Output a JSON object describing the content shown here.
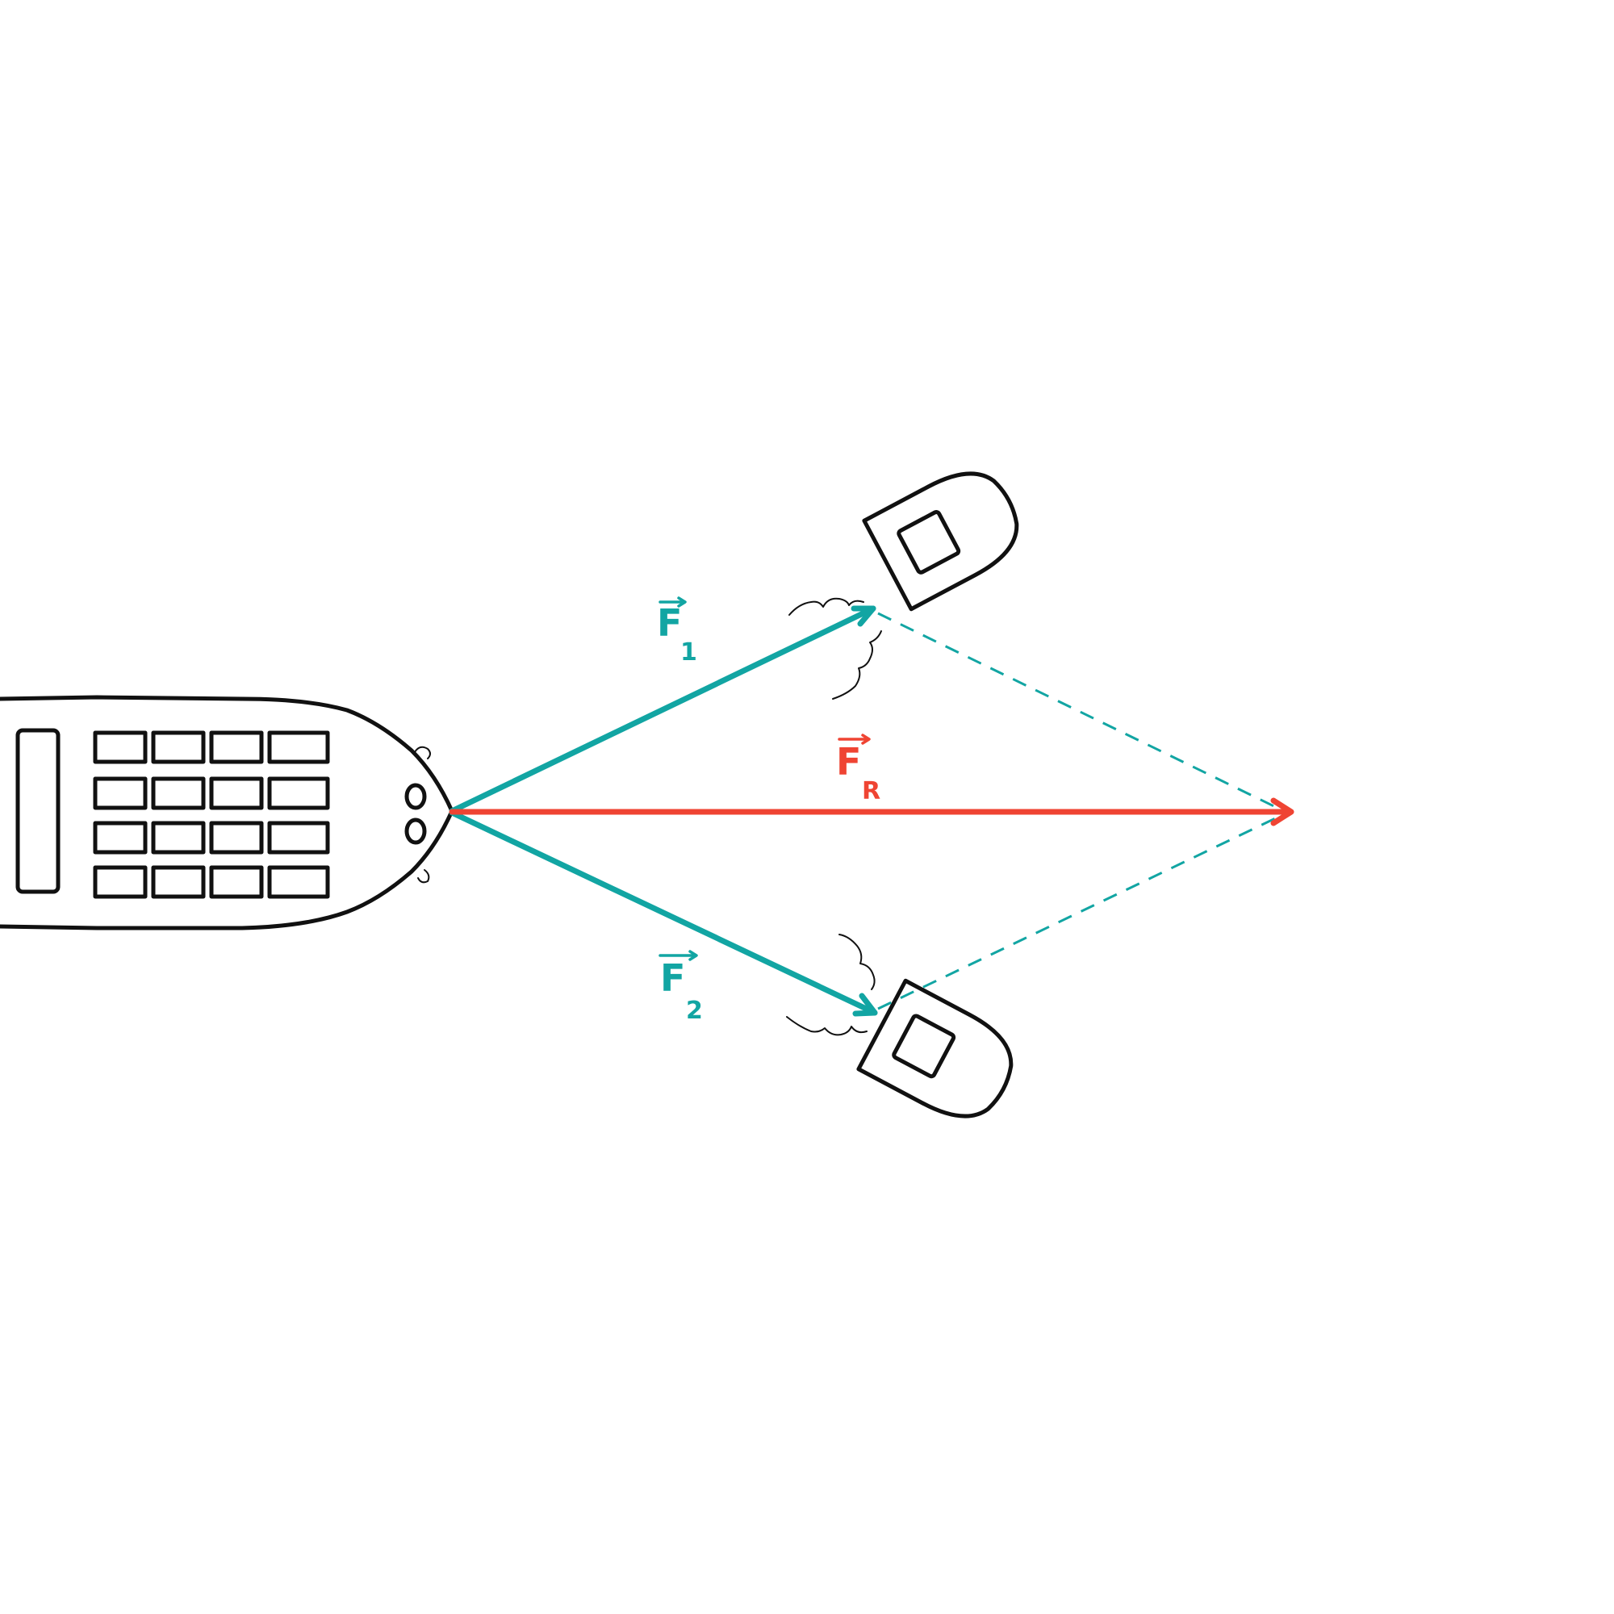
{
  "colors": {
    "tug_force": "#12a5a3",
    "resultant_force": "#ef4433",
    "ink": "#111111",
    "background": "#ffffff"
  },
  "labels": {
    "f1": {
      "main": "F",
      "sub": "1"
    },
    "f2": {
      "main": "F",
      "sub": "2"
    },
    "fr": {
      "main": "F",
      "sub": "R"
    }
  }
}
